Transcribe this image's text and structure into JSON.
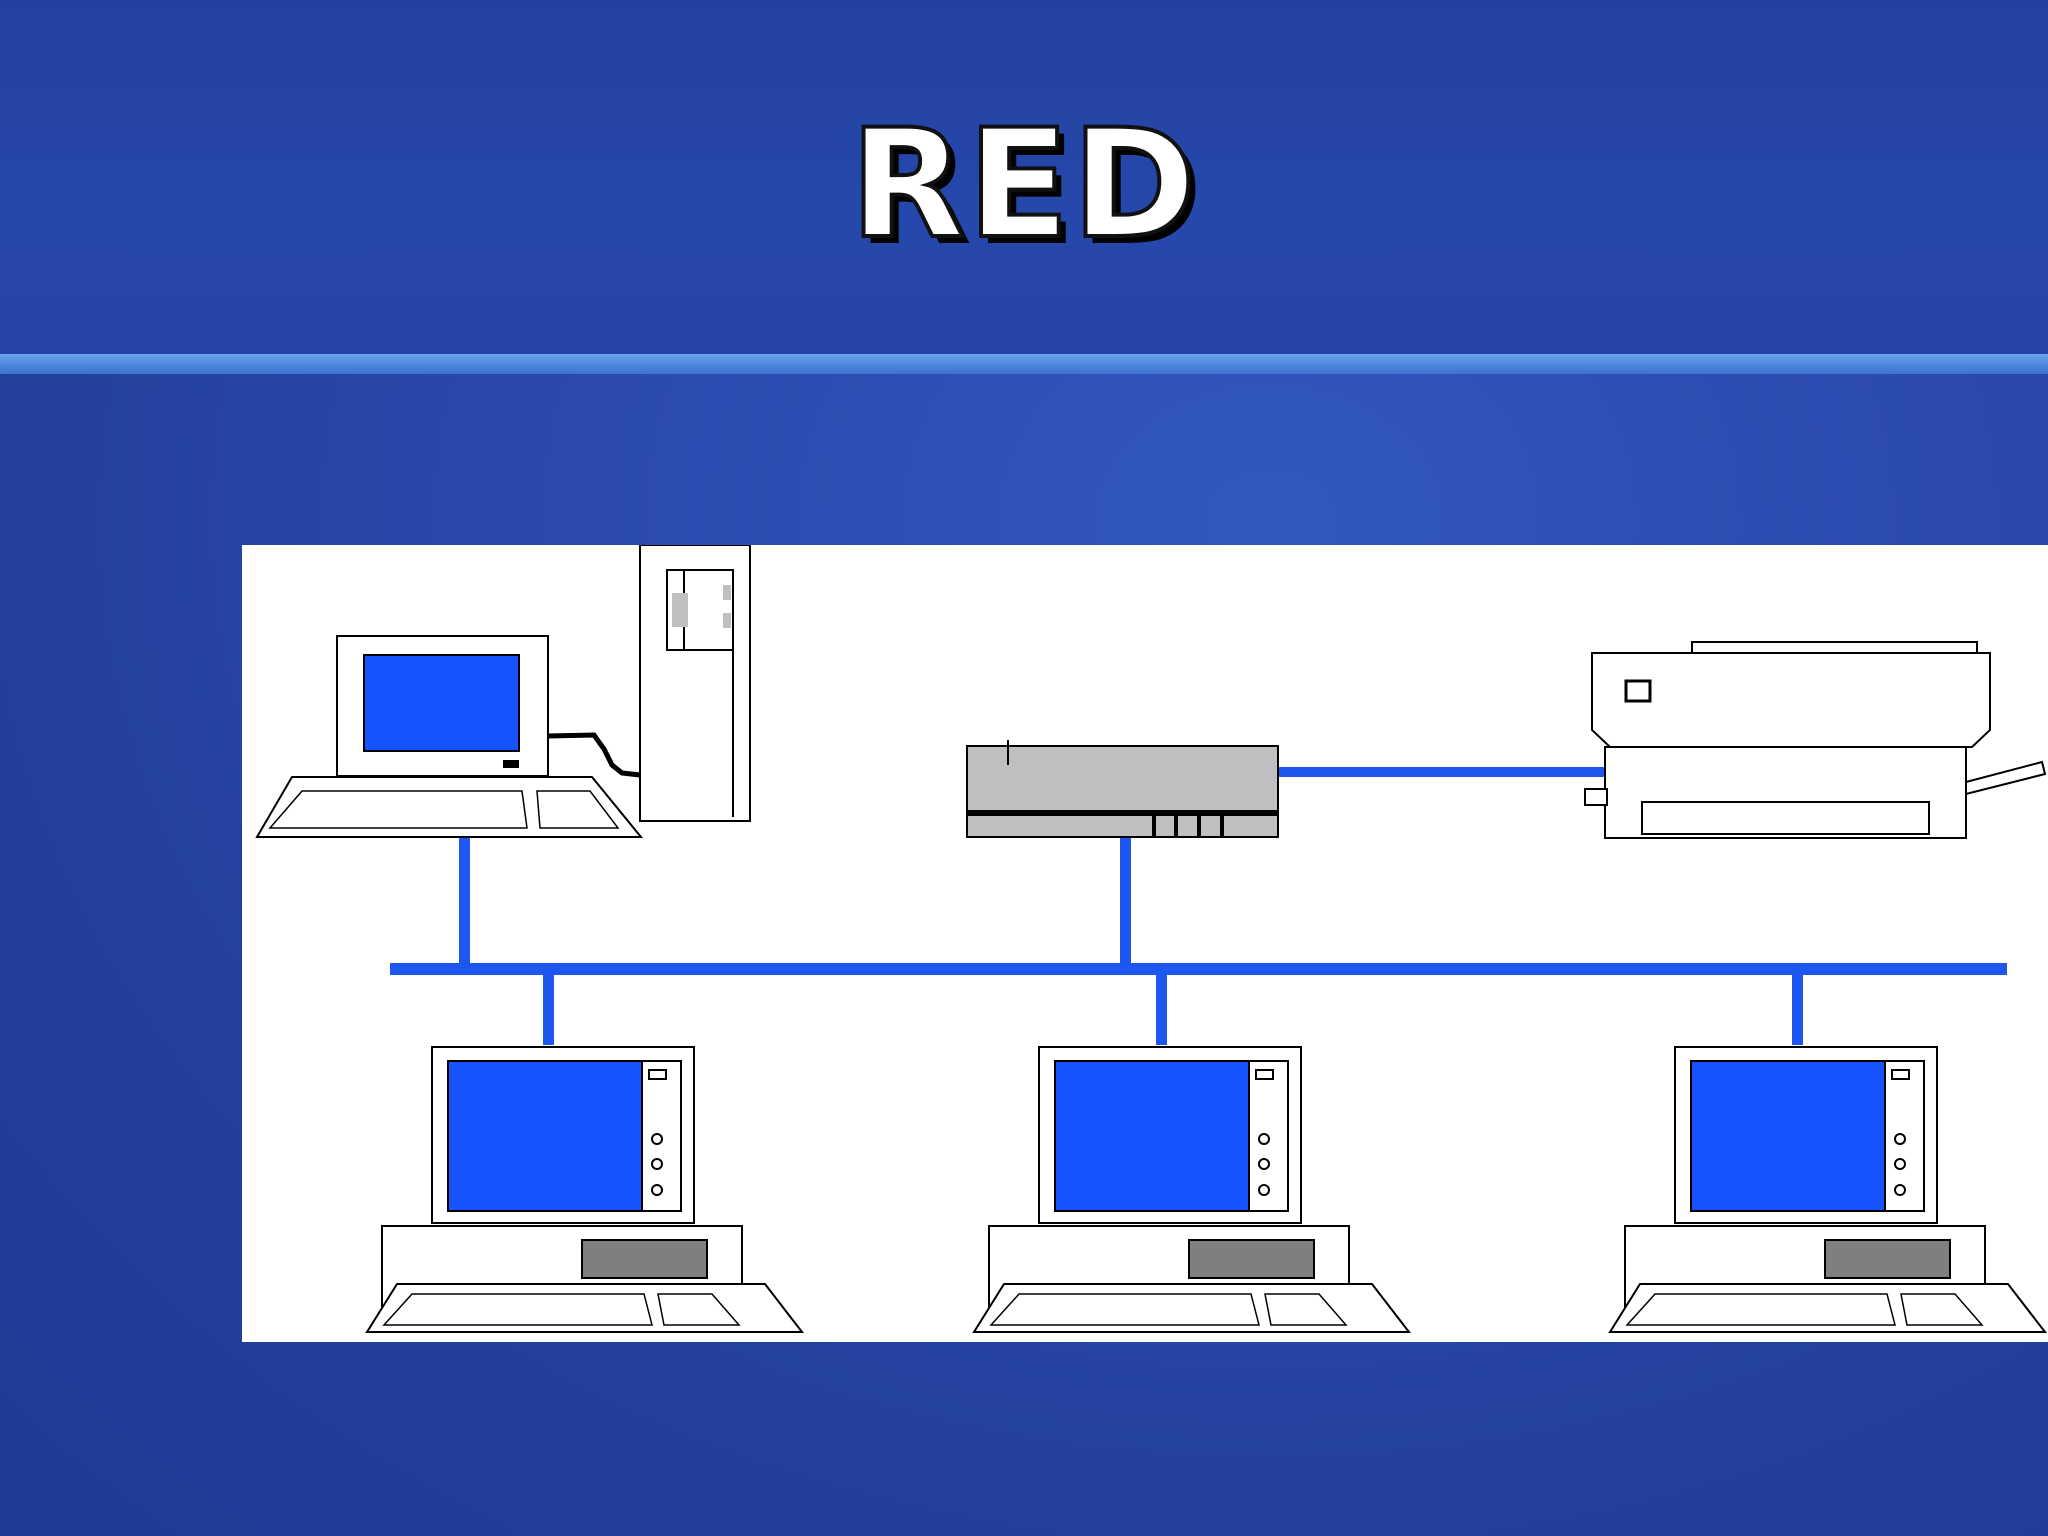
{
  "slide": {
    "title": "RED"
  },
  "colors": {
    "background": "#2a49ad",
    "title_rule": "#4d88de",
    "network_cable": "#1d57f0",
    "monitor_screen": "#1652fd",
    "device_gray": "#bfbfc1",
    "drive_gray": "#7f7f7f"
  },
  "diagram": {
    "devices": [
      {
        "name": "workstation-server",
        "icon": "desktop-with-tower-icon"
      },
      {
        "name": "hub",
        "icon": "network-hub-icon"
      },
      {
        "name": "printer",
        "icon": "printer-icon"
      },
      {
        "name": "workstation-1",
        "icon": "desktop-computer-icon"
      },
      {
        "name": "workstation-2",
        "icon": "desktop-computer-icon"
      },
      {
        "name": "workstation-3",
        "icon": "desktop-computer-icon"
      }
    ]
  }
}
